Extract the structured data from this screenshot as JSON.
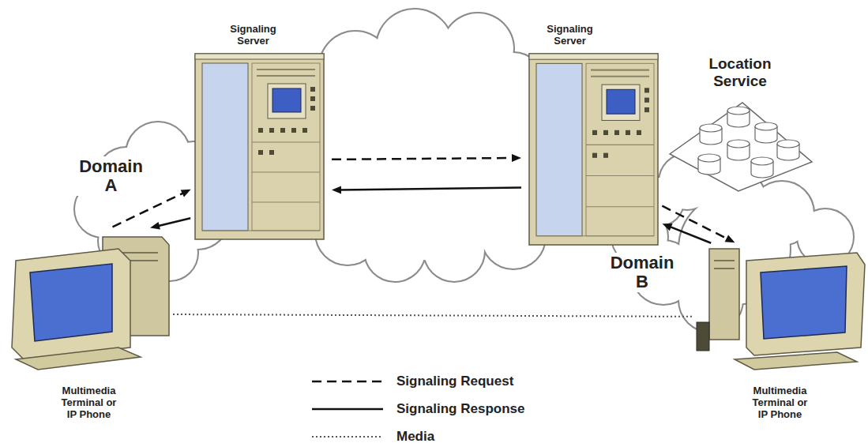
{
  "diagram": {
    "nodes": [
      {
        "text": [
          "Signaling Server"
        ]
      },
      {
        "text": [
          "Signaling Server"
        ]
      },
      {
        "text": [
          "Location Service"
        ]
      },
      {
        "text": [
          "Multimedia Terminal or IP Phone"
        ]
      },
      {
        "text": [
          "Multimedia Terminal or IP Phone"
        ]
      }
    ],
    "edges": [
      {
        "from": 3,
        "to": 0,
        "arrow": "to"
      },
      {
        "from": 0,
        "to": 3,
        "arrow": "to"
      },
      {
        "from": 0,
        "to": 1,
        "arrow": "to"
      },
      {
        "from": 1,
        "to": 0,
        "arrow": "to"
      },
      {
        "from": 1,
        "to": 4,
        "arrow": "to"
      },
      {
        "from": 4,
        "to": 1,
        "arrow": "to"
      },
      {
        "from": 3,
        "to": 4,
        "arrow": "none"
      }
    ],
    "labels": [
      "Domain A",
      "Domain B"
    ],
    "legend": [
      {
        "text": "Signaling Request"
      },
      {
        "text": "Signaling Response"
      },
      {
        "text": "Media"
      }
    ]
  }
}
